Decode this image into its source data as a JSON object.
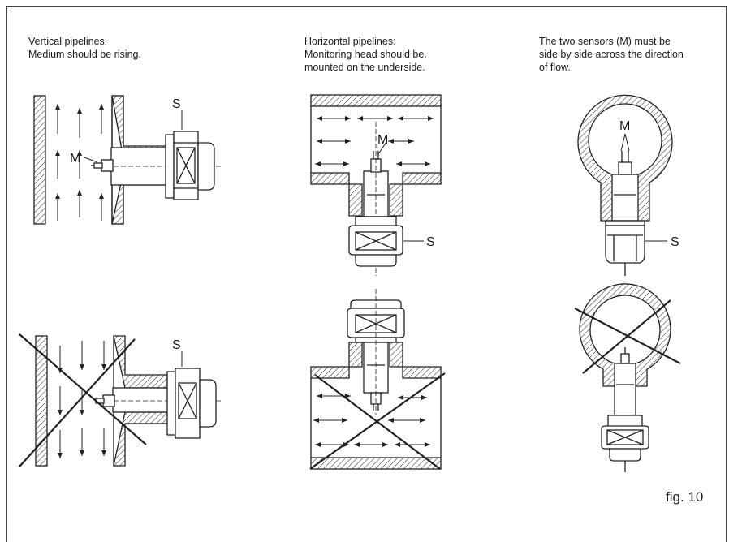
{
  "captions": {
    "vertical": "Vertical pipelines:\nMedium should be rising.",
    "horizontal": "Horizontal pipelines:\nMonitoring head should be.\nmounted on the underside.",
    "sensors": "The two sensors (M) must be\nside by side across the direction\nof flow."
  },
  "labels": {
    "s": "S",
    "m": "M"
  },
  "figure_label": "fig. 10"
}
